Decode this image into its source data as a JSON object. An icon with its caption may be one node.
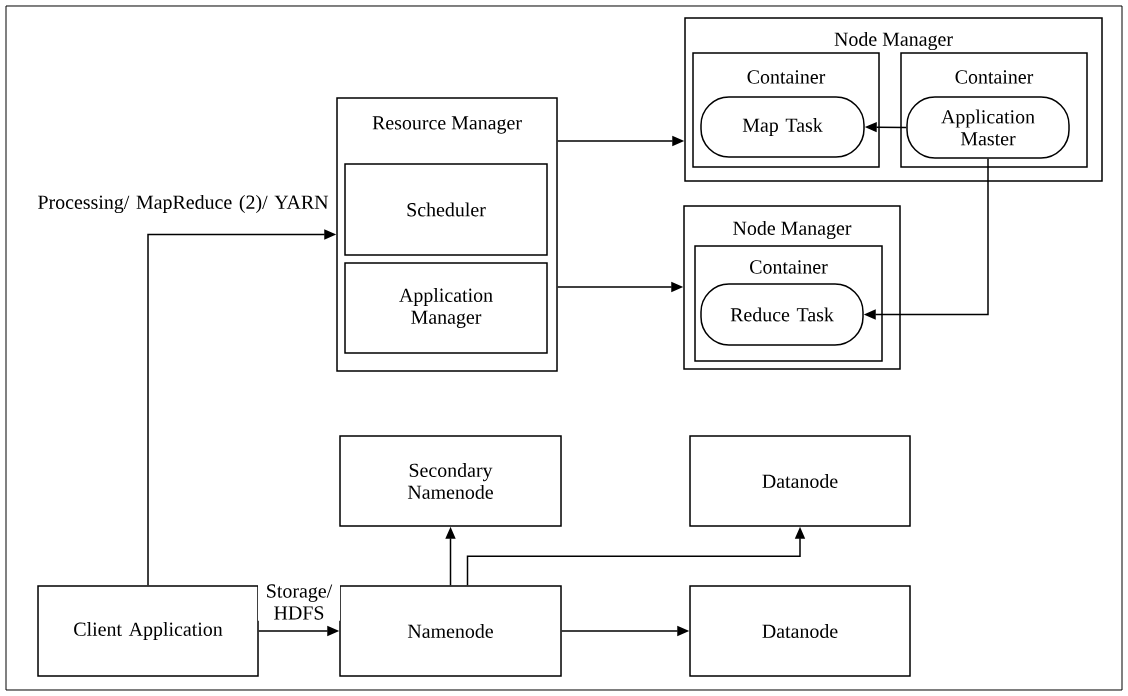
{
  "diagram": {
    "nodes": [
      {
        "text": [
          "Resource Manager"
        ]
      },
      {
        "text": [
          "Scheduler"
        ],
        "in": 0
      },
      {
        "text": [
          "Application Manager"
        ],
        "in": 0
      },
      {
        "text": [
          "Node Manager"
        ]
      },
      {
        "text": [
          "Container"
        ],
        "in": 3
      },
      {
        "text": [
          "Map Task"
        ],
        "in": 4
      },
      {
        "text": [
          "Container"
        ],
        "in": 3
      },
      {
        "text": [
          "Application Master"
        ],
        "in": 6
      },
      {
        "text": [
          "Node Manager"
        ]
      },
      {
        "text": [
          "Container"
        ],
        "in": 8
      },
      {
        "text": [
          "Reduce Task"
        ],
        "in": 9
      },
      {
        "text": [
          "Secondary Namenode"
        ]
      },
      {
        "text": [
          "Datanode"
        ]
      },
      {
        "text": [
          "Client Application"
        ]
      },
      {
        "text": [
          "Namenode"
        ]
      },
      {
        "text": [
          "Datanode"
        ]
      }
    ],
    "edges": [
      {
        "from": 13,
        "to": 0,
        "arrow": "to",
        "label": "Processing/ MapReduce (2)/ YARN"
      },
      {
        "from": 13,
        "to": 14,
        "arrow": "to",
        "label": "Storage/ HDFS"
      },
      {
        "from": 14,
        "to": 11,
        "arrow": "to"
      },
      {
        "from": 14,
        "to": 12,
        "arrow": "to"
      },
      {
        "from": 14,
        "to": 15,
        "arrow": "to"
      },
      {
        "from": 0,
        "to": 3,
        "arrow": "to"
      },
      {
        "from": 0,
        "to": 8,
        "arrow": "to"
      },
      {
        "from": 7,
        "to": 5,
        "arrow": "to"
      },
      {
        "from": 7,
        "to": 10,
        "arrow": "to"
      }
    ]
  }
}
